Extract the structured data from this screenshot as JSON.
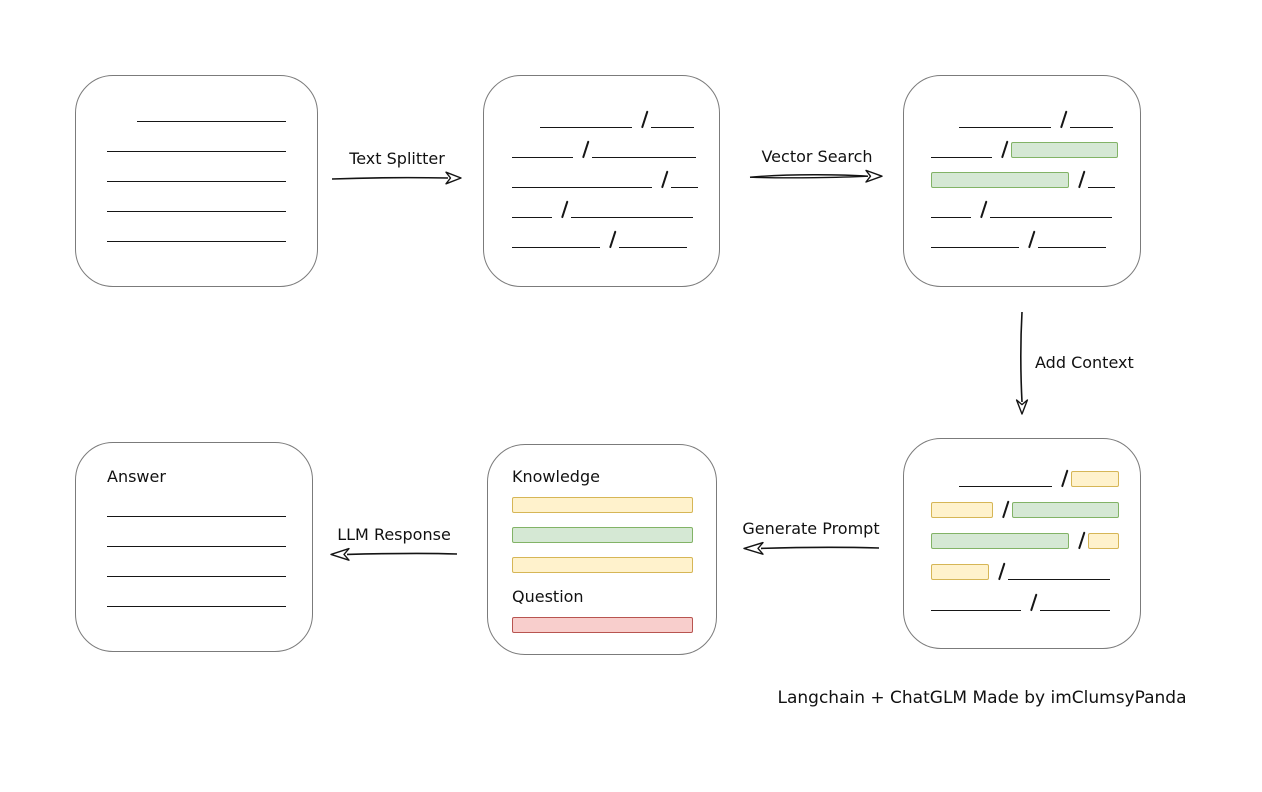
{
  "caption": "Langchain + ChatGLM Made by imClumsyPanda",
  "colors": {
    "line": "#161616",
    "box_border": "#7b7b7b",
    "green_fill": "#d5e8d4",
    "green_border": "#82b366",
    "yellow_fill": "#fff2cc",
    "yellow_border": "#d6b656",
    "red_fill": "#f8cecc",
    "red_border": "#b85450"
  },
  "arrows": {
    "text_splitter": {
      "label": "Text Splitter",
      "direction": "right"
    },
    "vector_search": {
      "label": "Vector Search",
      "direction": "right"
    },
    "add_context": {
      "label": "Add Context",
      "direction": "down"
    },
    "generate_prompt": {
      "label": "Generate Prompt",
      "direction": "left"
    },
    "llm_response": {
      "label": "LLM Response",
      "direction": "left"
    }
  },
  "boxes": {
    "document": {
      "rows": [
        [
          {
            "t": "line",
            "w": 149,
            "ind": 30
          }
        ],
        [
          {
            "t": "line",
            "w": 179
          }
        ],
        [
          {
            "t": "line",
            "w": 179
          }
        ],
        [
          {
            "t": "line",
            "w": 179
          }
        ],
        [
          {
            "t": "line",
            "w": 179
          }
        ]
      ]
    },
    "split_chunks": {
      "rows": [
        [
          {
            "t": "line",
            "w": 92,
            "ind": 28
          },
          {
            "t": "line",
            "w": 43
          }
        ],
        [
          {
            "t": "line",
            "w": 61
          },
          {
            "t": "line",
            "w": 104
          }
        ],
        [
          {
            "t": "line",
            "w": 140
          },
          {
            "t": "line",
            "w": 27
          }
        ],
        [
          {
            "t": "line",
            "w": 40
          },
          {
            "t": "line",
            "w": 122
          }
        ],
        [
          {
            "t": "line",
            "w": 88
          },
          {
            "t": "line",
            "w": 68
          }
        ]
      ]
    },
    "vector_matches": {
      "rows": [
        [
          {
            "t": "line",
            "w": 92,
            "ind": 28
          },
          {
            "t": "line",
            "w": 43
          }
        ],
        [
          {
            "t": "line",
            "w": 61
          },
          {
            "t": "green",
            "w": 107
          }
        ],
        [
          {
            "t": "green",
            "w": 138
          },
          {
            "t": "line",
            "w": 27
          }
        ],
        [
          {
            "t": "line",
            "w": 40
          },
          {
            "t": "line",
            "w": 122
          }
        ],
        [
          {
            "t": "line",
            "w": 88
          },
          {
            "t": "line",
            "w": 68
          }
        ]
      ]
    },
    "context_chunks": {
      "rows": [
        [
          {
            "t": "line",
            "w": 93,
            "ind": 28
          },
          {
            "t": "yellow",
            "w": 48
          }
        ],
        [
          {
            "t": "yellow",
            "w": 62
          },
          {
            "t": "green",
            "w": 107
          }
        ],
        [
          {
            "t": "green",
            "w": 138
          },
          {
            "t": "yellow",
            "w": 31
          }
        ],
        [
          {
            "t": "yellow",
            "w": 58
          },
          {
            "t": "line",
            "w": 102
          }
        ],
        [
          {
            "t": "line",
            "w": 90
          },
          {
            "t": "line",
            "w": 70
          }
        ]
      ]
    },
    "prompt": {
      "knowledge_label": "Knowledge",
      "knowledge_bars": [
        "yellow",
        "green",
        "yellow"
      ],
      "question_label": "Question",
      "question_bars": [
        "red"
      ]
    },
    "answer": {
      "label": "Answer",
      "rows": [
        [
          {
            "t": "line",
            "w": 179
          }
        ],
        [
          {
            "t": "line",
            "w": 179
          }
        ],
        [
          {
            "t": "line",
            "w": 179
          }
        ],
        [
          {
            "t": "line",
            "w": 179
          }
        ]
      ]
    }
  }
}
